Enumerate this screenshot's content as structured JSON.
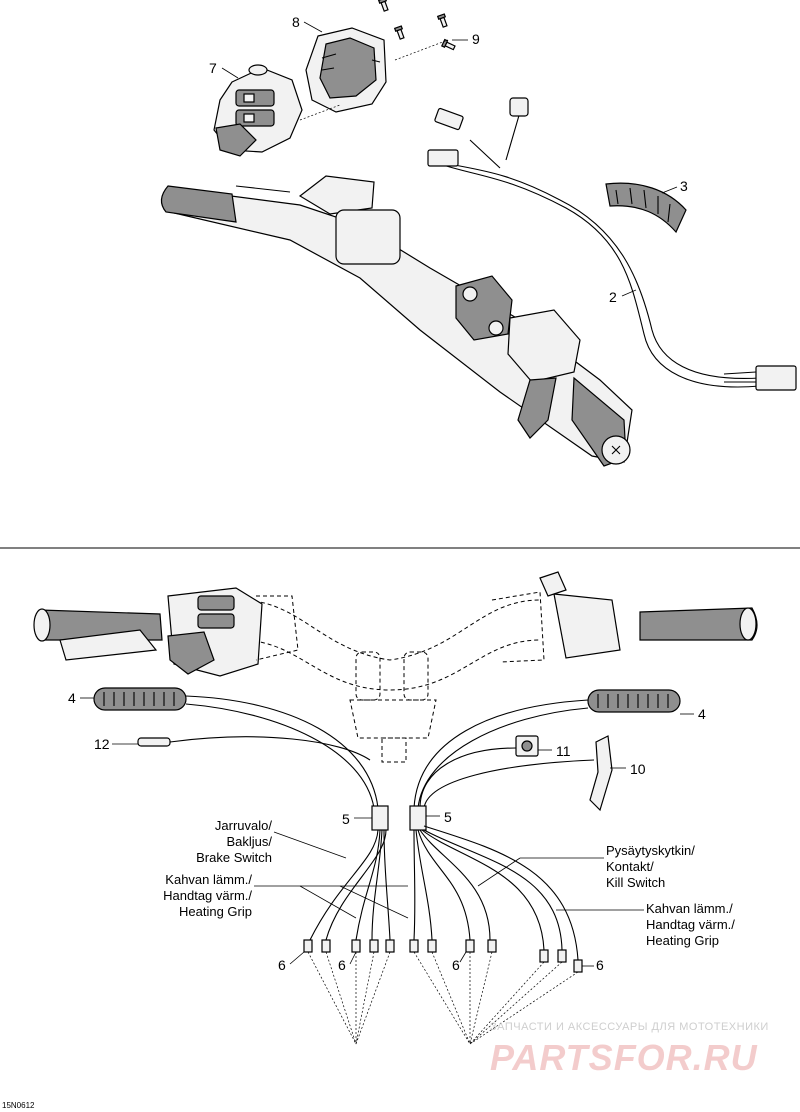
{
  "callouts_top": {
    "c2": "2",
    "c3": "3",
    "c7": "7",
    "c8": "8",
    "c9": "9"
  },
  "callouts_bottom": {
    "c4_left": "4",
    "c4_right": "4",
    "c5_left": "5",
    "c5_right": "5",
    "c6_a": "6",
    "c6_b": "6",
    "c6_c": "6",
    "c6_d": "6",
    "c10": "10",
    "c11": "11",
    "c12": "12"
  },
  "wire_labels": {
    "brake": [
      "Jarruvalo/",
      "Bakljus/",
      "Brake Switch"
    ],
    "heat_left": [
      "Kahvan lämm./",
      "Handtag värm./",
      "Heating Grip"
    ],
    "kill": [
      "Pysäytyskytkin/",
      "Kontakt/",
      "Kill Switch"
    ],
    "heat_right": [
      "Kahvan lämm./",
      "Handtag värm./",
      "Heating Grip"
    ]
  },
  "diagram_code": "15N0612",
  "watermark": {
    "line1": "ЗАПЧАСТИ И АКСЕССУАРЫ ДЛЯ МОТОТЕХНИКИ",
    "line2": "PARTSFOR.RU"
  },
  "colors": {
    "line": "#000000",
    "part_fill": "#f2f2f2",
    "dark_part": "#8f8f8f",
    "watermark": "#f2c7c7"
  }
}
